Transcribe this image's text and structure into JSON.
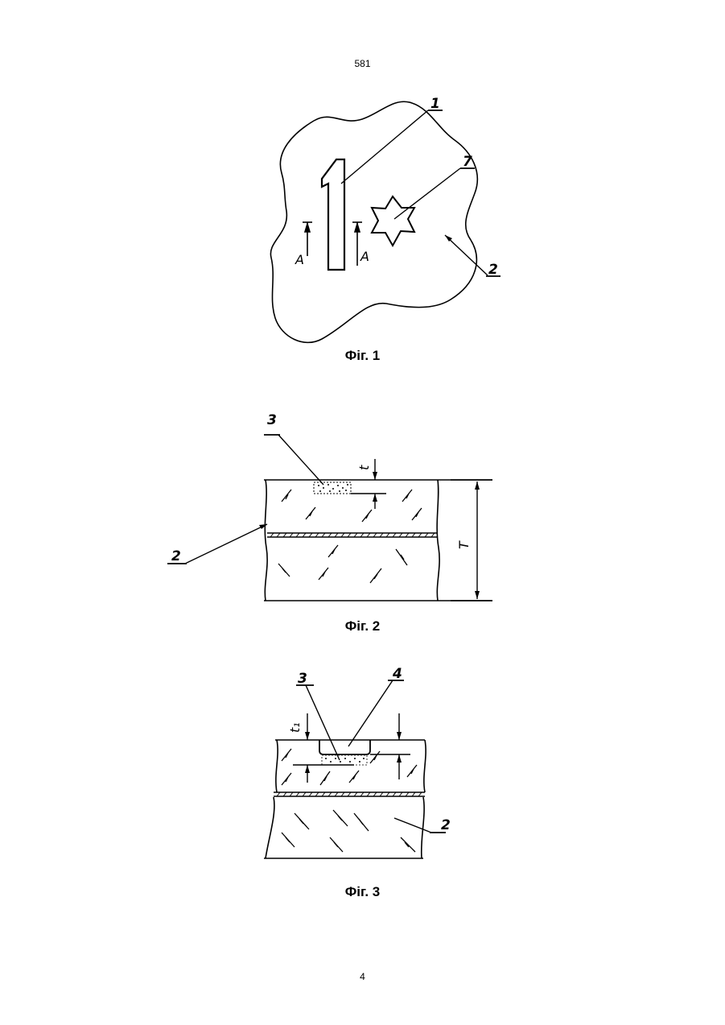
{
  "page": {
    "header_number": "581",
    "footer_number": "4"
  },
  "figures": [
    {
      "caption": "Фіг. 1",
      "labels": {
        "digit": "1",
        "star": "7",
        "sheet": "2",
        "section_left": "A",
        "section_right": "A"
      }
    },
    {
      "caption": "Фіг. 2",
      "labels": {
        "mark": "3",
        "sheet": "2",
        "depth": "t",
        "thickness": "T"
      }
    },
    {
      "caption": "Фіг. 3",
      "labels": {
        "mark": "3",
        "cavity": "4",
        "sheet": "2",
        "depth": "t₁"
      }
    }
  ]
}
